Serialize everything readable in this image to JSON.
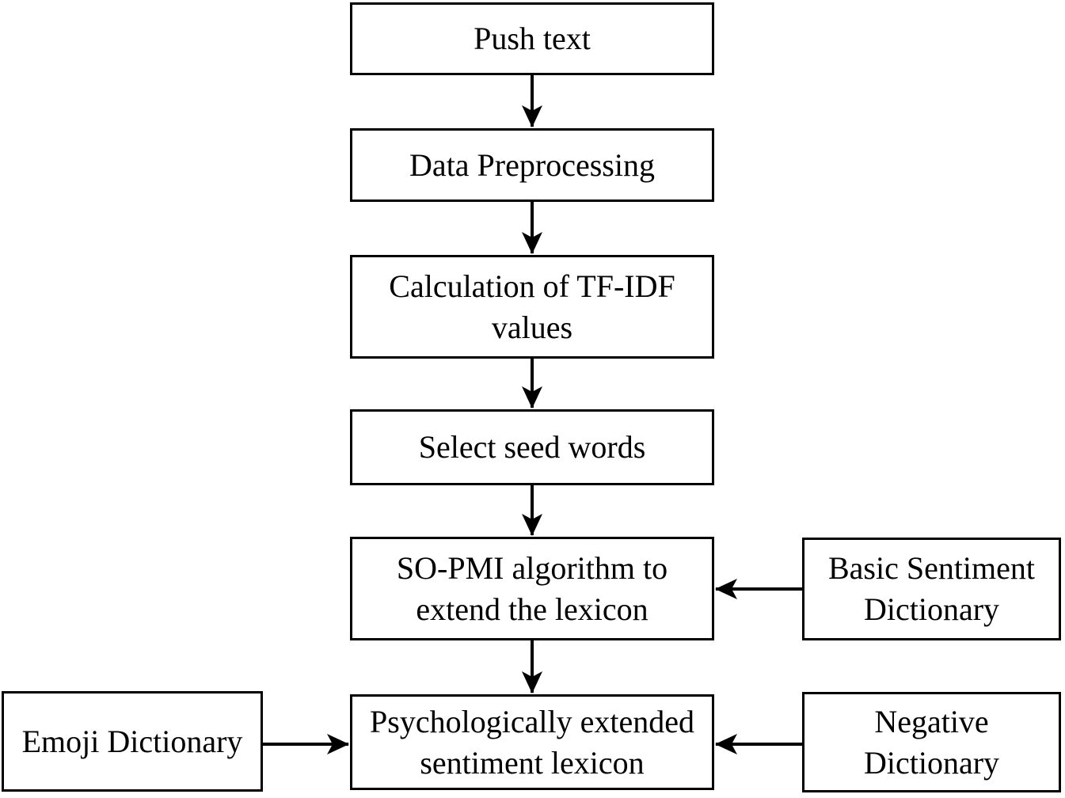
{
  "diagram": {
    "type": "flowchart",
    "colors": {
      "line": "#000000",
      "text": "#000000",
      "box_fill": "#ffffff",
      "background": "#ffffff"
    },
    "nodes": {
      "push_text": {
        "label": "Push text"
      },
      "data_preprocessing": {
        "label": "Data Preprocessing"
      },
      "tfidf_calculation": {
        "label": "Calculation of TF-IDF values"
      },
      "select_seed_words": {
        "label": "Select seed words"
      },
      "sopmi_extend": {
        "label": "SO-PMI algorithm to extend the lexicon"
      },
      "extended_lexicon": {
        "label": "Psychologically extended sentiment lexicon"
      },
      "basic_sentiment_dictionary": {
        "label": "Basic Sentiment Dictionary"
      },
      "emoji_dictionary": {
        "label": "Emoji Dictionary"
      },
      "negative_dictionary": {
        "label": "Negative Dictionary"
      }
    },
    "edges": [
      {
        "from": "push_text",
        "to": "data_preprocessing",
        "direction": "down"
      },
      {
        "from": "data_preprocessing",
        "to": "tfidf_calculation",
        "direction": "down"
      },
      {
        "from": "tfidf_calculation",
        "to": "select_seed_words",
        "direction": "down"
      },
      {
        "from": "select_seed_words",
        "to": "sopmi_extend",
        "direction": "down"
      },
      {
        "from": "sopmi_extend",
        "to": "extended_lexicon",
        "direction": "down"
      },
      {
        "from": "basic_sentiment_dictionary",
        "to": "sopmi_extend",
        "direction": "left"
      },
      {
        "from": "emoji_dictionary",
        "to": "extended_lexicon",
        "direction": "right"
      },
      {
        "from": "negative_dictionary",
        "to": "extended_lexicon",
        "direction": "left"
      }
    ]
  }
}
